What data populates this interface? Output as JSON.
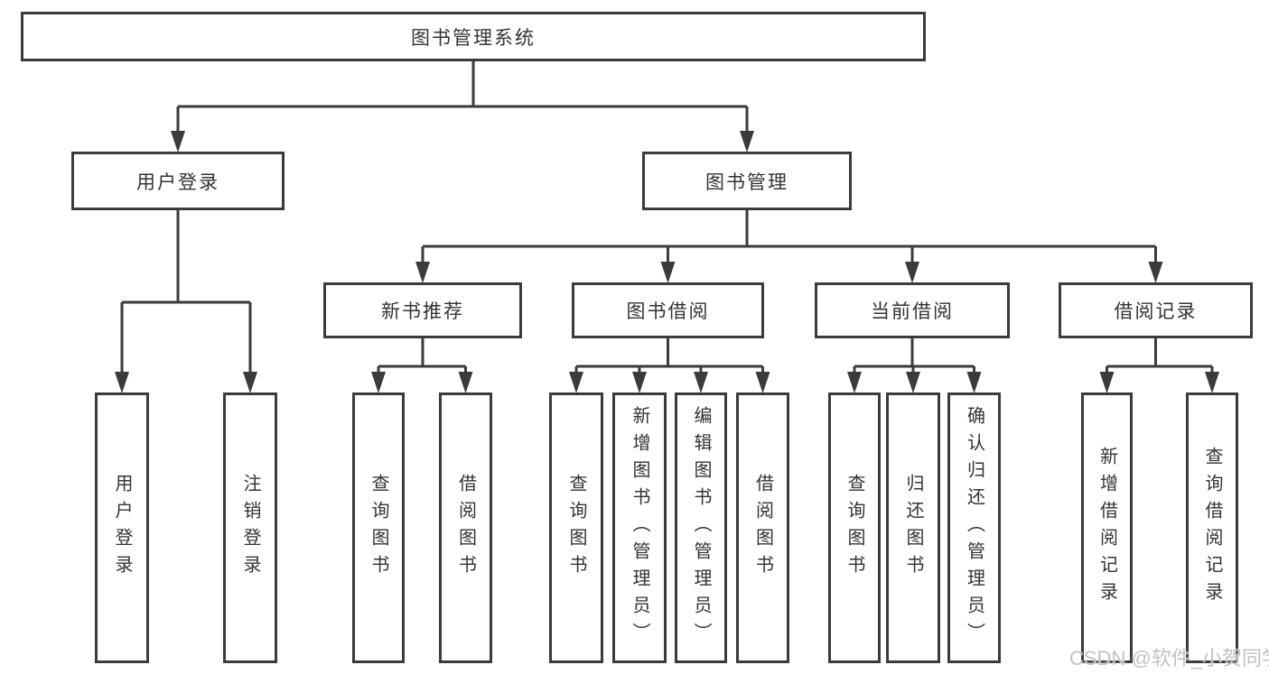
{
  "diagram": {
    "watermark": "CSDN @软件_小贺同学",
    "colors": {
      "line": "#3b3b3b",
      "box_border": "#3b3b3b",
      "text": "#333333",
      "watermark": "#c2c2c2",
      "background": "#ffffff"
    },
    "nodes": [
      {
        "id": "root",
        "label": "图书管理系统",
        "parent": null,
        "text_direction": "horizontal"
      },
      {
        "id": "user-login",
        "label": "用户登录",
        "parent": "root",
        "text_direction": "horizontal"
      },
      {
        "id": "book-management",
        "label": "图书管理",
        "parent": "root",
        "text_direction": "horizontal"
      },
      {
        "id": "new-book-recommend",
        "label": "新书推荐",
        "parent": "book-management",
        "text_direction": "horizontal"
      },
      {
        "id": "book-borrow",
        "label": "图书借阅",
        "parent": "book-management",
        "text_direction": "horizontal"
      },
      {
        "id": "current-borrow",
        "label": "当前借阅",
        "parent": "book-management",
        "text_direction": "horizontal"
      },
      {
        "id": "borrow-records",
        "label": "借阅记录",
        "parent": "book-management",
        "text_direction": "horizontal"
      },
      {
        "id": "leaf-user-login",
        "label": "用户登录",
        "parent": "user-login",
        "text_direction": "vertical"
      },
      {
        "id": "leaf-logout",
        "label": "注销登录",
        "parent": "user-login",
        "text_direction": "vertical"
      },
      {
        "id": "leaf-query-book-1",
        "label": "查询图书",
        "parent": "new-book-recommend",
        "text_direction": "vertical"
      },
      {
        "id": "leaf-borrow-book-1",
        "label": "借阅图书",
        "parent": "new-book-recommend",
        "text_direction": "vertical"
      },
      {
        "id": "leaf-query-book-2",
        "label": "查询图书",
        "parent": "book-borrow",
        "text_direction": "vertical"
      },
      {
        "id": "leaf-add-book",
        "label": "新增图书（管理员）",
        "parent": "book-borrow",
        "text_direction": "vertical"
      },
      {
        "id": "leaf-edit-book",
        "label": "编辑图书（管理员）",
        "parent": "book-borrow",
        "text_direction": "vertical"
      },
      {
        "id": "leaf-borrow-book-2",
        "label": "借阅图书",
        "parent": "book-borrow",
        "text_direction": "vertical"
      },
      {
        "id": "leaf-query-book-3",
        "label": "查询图书",
        "parent": "current-borrow",
        "text_direction": "vertical"
      },
      {
        "id": "leaf-return-book",
        "label": "归还图书",
        "parent": "current-borrow",
        "text_direction": "vertical"
      },
      {
        "id": "leaf-confirm-return",
        "label": "确认归还（管理员）",
        "parent": "current-borrow",
        "text_direction": "vertical"
      },
      {
        "id": "leaf-add-borrow-record",
        "label": "新增借阅记录",
        "parent": "borrow-records",
        "text_direction": "vertical"
      },
      {
        "id": "leaf-query-borrow-record",
        "label": "查询借阅记录",
        "parent": "borrow-records",
        "text_direction": "vertical"
      }
    ]
  }
}
